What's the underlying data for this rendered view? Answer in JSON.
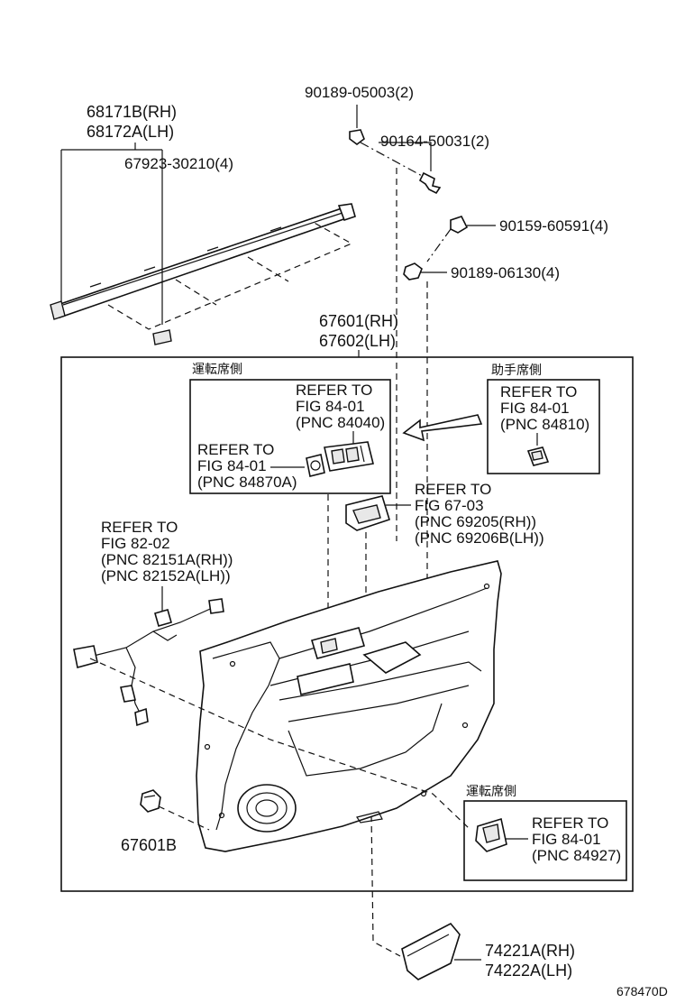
{
  "callouts": {
    "belt_rh": "68171B(RH)",
    "belt_lh": "68172A(LH)",
    "clip_67923": "67923-30210(4)",
    "clip_90189_05003": "90189-05003(2)",
    "screw_90164": "90164-50031(2)",
    "screw_90159": "90159-60591(4)",
    "nut_90189_06130": "90189-06130(4)",
    "trim_rh": "67601(RH)",
    "trim_lh": "67602(LH)",
    "clip_67601b": "67601B",
    "cover_rh": "74221A(RH)",
    "cover_lh": "74222A(LH)"
  },
  "driver_box": {
    "heading": "運転席側",
    "ref1": [
      "REFER TO",
      "FIG 84-01",
      "(PNC 84040)"
    ],
    "ref2": [
      "REFER TO",
      "FIG 84-01",
      "(PNC 84870A)"
    ]
  },
  "passenger_box": {
    "heading": "助手席側",
    "ref": [
      "REFER TO",
      "FIG 84-01",
      "(PNC 84810)"
    ]
  },
  "handle_ref": [
    "REFER TO",
    "FIG 67-03",
    "(PNC 69205(RH))",
    "(PNC 69206B(LH))"
  ],
  "wire_ref": [
    "REFER TO",
    "FIG 82-02",
    "(PNC 82151A(RH))",
    "(PNC 82152A(LH))"
  ],
  "driver_lower_box": {
    "heading": "運転席側",
    "ref": [
      "REFER TO",
      "FIG 84-01",
      "(PNC 84927)"
    ]
  },
  "figure_id": "678470D"
}
